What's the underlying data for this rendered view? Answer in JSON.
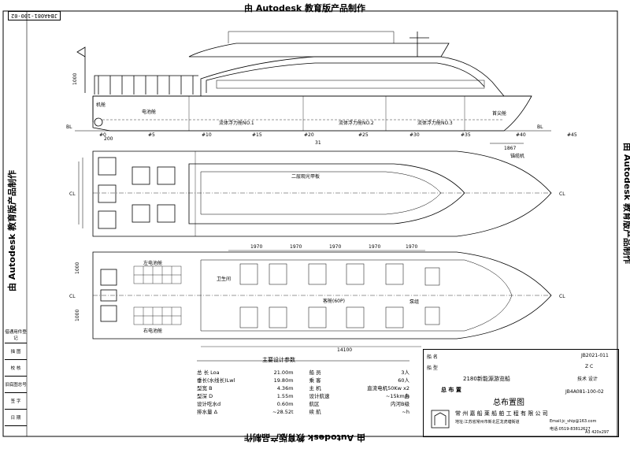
{
  "watermark": "由 Autodesk 教育版产品制作",
  "drawing_no_stamp": "JB4A081-100-02",
  "profile": {
    "labels": {
      "engine_room": "机舱",
      "battery_room": "电池舱",
      "buoyancy1": "流体浮力舱NO.1",
      "buoyancy2": "流体浮力舱NO.2",
      "buoyancy3": "流体浮力舱NO.3",
      "fore_peak": "首尖舱",
      "bl": "BL"
    },
    "dims": {
      "h1000": "1000",
      "d200": "200",
      "d31": "31",
      "d1867": "1867"
    },
    "frames": [
      "#0",
      "#5",
      "#10",
      "#15",
      "#20",
      "#25",
      "#30",
      "#35",
      "#40",
      "#45"
    ]
  },
  "upper_deck": {
    "title": "二层观光甲板",
    "cl": "CL",
    "bow_label": "锚缆机"
  },
  "main_deck": {
    "cl": "CL",
    "left_battery": "左电池舱",
    "right_battery": "右电池舱",
    "toilet": "卫生间",
    "seating": "客舱(60P)",
    "pump": "泵组",
    "dim_row": [
      "1970",
      "1970",
      "1970",
      "1970",
      "1970"
    ],
    "dim_1000": "1000",
    "dim_total": "14100"
  },
  "parameters": {
    "title": "主要设计参数",
    "left": [
      {
        "k": "总 长 Loa",
        "v": "21.00m"
      },
      {
        "k": "垂长(水线长)Lwl",
        "v": "19.80m"
      },
      {
        "k": "型宽 B",
        "v": "4.36m"
      },
      {
        "k": "型深 D",
        "v": "1.55m"
      },
      {
        "k": "设计吃水d",
        "v": "0.60m"
      },
      {
        "k": "排水量 Δ",
        "v": "~28.52t"
      }
    ],
    "right": [
      {
        "k": "船 员",
        "v": "3人"
      },
      {
        "k": "乘 客",
        "v": "60人"
      },
      {
        "k": "主 机",
        "v": "直流电机50Kw x2台"
      },
      {
        "k": "设计航速",
        "v": "~15km/h"
      },
      {
        "k": "航区",
        "v": "内河B级"
      },
      {
        "k": "续 航",
        "v": "~h"
      }
    ]
  },
  "side_table": [
    "借通用件登记",
    "描 图",
    "校 核",
    "旧底图总号",
    "签 字",
    "日 期"
  ],
  "title_block": {
    "ship_name": "2180新能源游览船",
    "drawing_title": "总布置图",
    "drawing_no": "JB2021-011",
    "stage": "技术 设计",
    "scale_code": "Z C",
    "row_ship": "船 名",
    "row_type": "船 型",
    "company": "常 州 嘉 船 莱 船 舶 工 程 有 限 公 司",
    "address": "地址:江苏省常州市新北区龙虎塘街道",
    "email": "Email:jc_ship@163.com",
    "tel": "电话:0519-83812627",
    "sheet_code": "JB4A081-100-02",
    "stamp": "总 布 置"
  },
  "sheet_size": "A3 420x297"
}
